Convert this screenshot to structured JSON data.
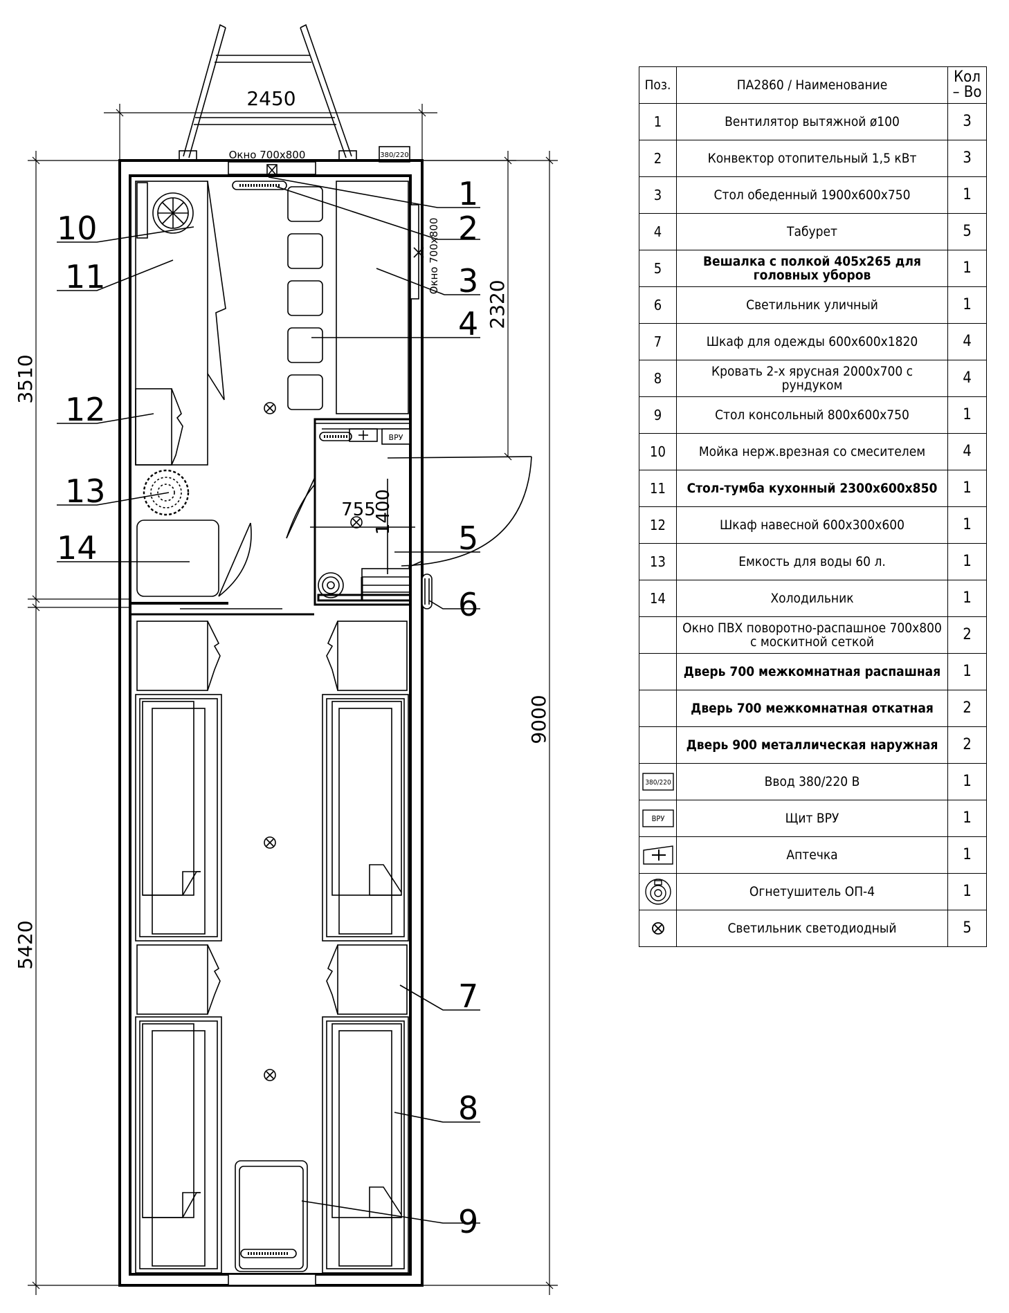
{
  "plan": {
    "dims": {
      "top_width": "2450",
      "left_upper": "3510",
      "left_lower": "5420",
      "right_total": "9000",
      "right_partial": "2320",
      "wc_width": "755",
      "wc_height": "1400"
    },
    "window_labels": {
      "top": "Окно 700х800",
      "side": "Окно 700х800"
    },
    "box_labels": {
      "power": "380/220",
      "vru": "ВРУ"
    },
    "callouts": [
      "1",
      "2",
      "3",
      "4",
      "5",
      "6",
      "7",
      "8",
      "9",
      "10",
      "11",
      "12",
      "13",
      "14"
    ]
  },
  "table": {
    "headers": {
      "pos": "Поз.",
      "name": "ПА2860 / Наименование",
      "qty_line1": "Кол",
      "qty_line2": "– Во"
    },
    "rows": [
      {
        "pos": "1",
        "name": "Вентилятор вытяжной ø100",
        "qty": "3",
        "bold": false
      },
      {
        "pos": "2",
        "name": "Конвектор отопительный 1,5 кВт",
        "qty": "3",
        "bold": false
      },
      {
        "pos": "3",
        "name": "Стол обеденный 1900х600х750",
        "qty": "1",
        "bold": false
      },
      {
        "pos": "4",
        "name": "Табурет",
        "qty": "5",
        "bold": false
      },
      {
        "pos": "5",
        "name": "Вешалка с полкой 405х265 для головных уборов",
        "qty": "1",
        "bold": true
      },
      {
        "pos": "6",
        "name": "Светильник уличный",
        "qty": "1",
        "bold": false
      },
      {
        "pos": "7",
        "name": "Шкаф для одежды 600х600х1820",
        "qty": "4",
        "bold": false
      },
      {
        "pos": "8",
        "name": "Кровать 2-х ярусная 2000х700 с рундуком",
        "qty": "4",
        "bold": false
      },
      {
        "pos": "9",
        "name": "Стол консольный 800х600х750",
        "qty": "1",
        "bold": false
      },
      {
        "pos": "10",
        "name": "Мойка нерж.врезная со смесителем",
        "qty": "4",
        "bold": false
      },
      {
        "pos": "11",
        "name": "Стол-тумба кухонный 2300х600х850",
        "qty": "1",
        "bold": true
      },
      {
        "pos": "12",
        "name": "Шкаф навесной 600х300х600",
        "qty": "1",
        "bold": false
      },
      {
        "pos": "13",
        "name": "Емкость для воды 60 л.",
        "qty": "1",
        "bold": false
      },
      {
        "pos": "14",
        "name": "Холодильник",
        "qty": "1",
        "bold": false
      },
      {
        "pos": "",
        "name": "Окно ПВХ поворотно-распашное 700х800 с москитной сеткой",
        "qty": "2",
        "bold": false
      },
      {
        "pos": "",
        "name": "Дверь 700 межкомнатная распашная",
        "qty": "1",
        "bold": true
      },
      {
        "pos": "",
        "name": "Дверь 700 межкомнатная откатная",
        "qty": "2",
        "bold": true
      },
      {
        "pos": "",
        "name": "Дверь 900 металлическая наружная",
        "qty": "2",
        "bold": true
      },
      {
        "pos": "",
        "symbol": "power-box-icon",
        "symbol_text": "380/220",
        "name": "Ввод 380/220 В",
        "qty": "1",
        "bold": false
      },
      {
        "pos": "",
        "symbol": "vru-box-icon",
        "symbol_text": "ВРУ",
        "name": "Щит ВРУ",
        "qty": "1",
        "bold": false
      },
      {
        "pos": "",
        "symbol": "first-aid-kit-icon",
        "name": "Аптечка",
        "qty": "1",
        "bold": false
      },
      {
        "pos": "",
        "symbol": "fire-extinguisher-icon",
        "name": "Огнетушитель ОП-4",
        "qty": "1",
        "bold": false
      },
      {
        "pos": "",
        "symbol": "led-light-icon",
        "name": "Светильник светодиодный",
        "qty": "5",
        "bold": false
      }
    ]
  }
}
